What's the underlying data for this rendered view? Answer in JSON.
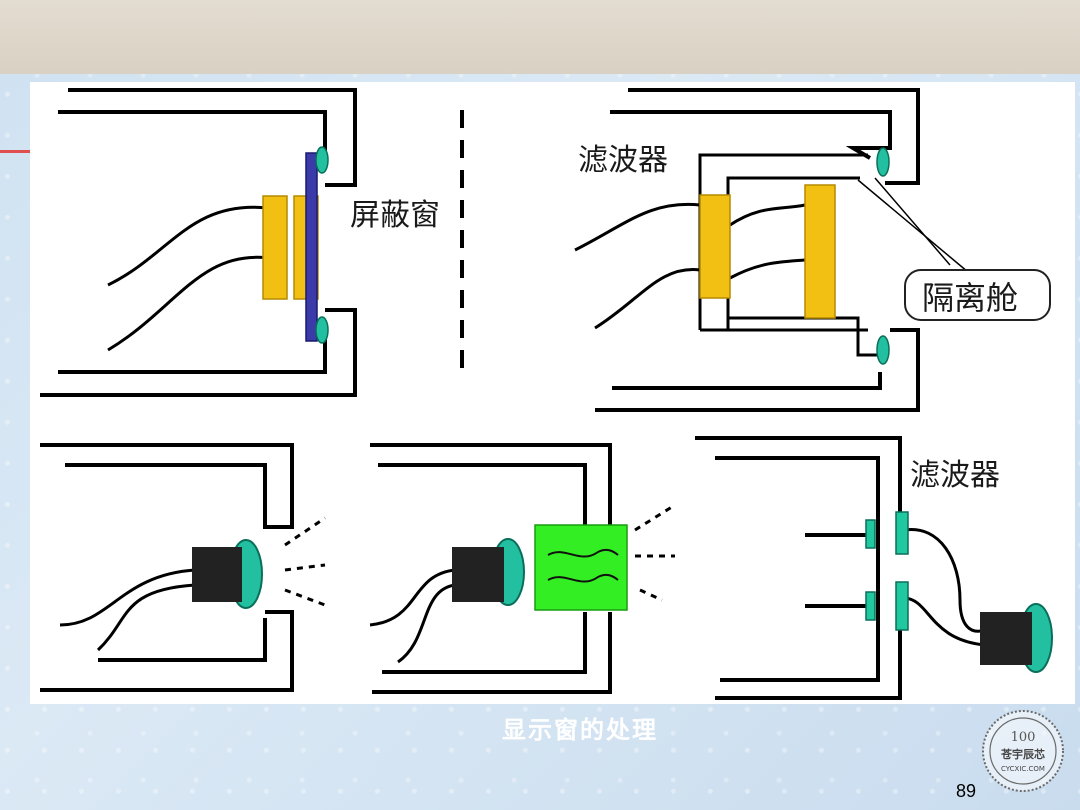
{
  "labels": {
    "shielding_window": "屏蔽窗",
    "filter_top": "滤波器",
    "isolation_cabin": "隔离舱",
    "filter_bottom": "滤波器"
  },
  "caption": "显示窗的处理",
  "page_number": "89",
  "seal": {
    "number": "100",
    "name": "苍宇辰芯",
    "site": "CYCXIC.COM"
  },
  "colors": {
    "gasket": "#e8b800",
    "shield_plate": "#3a3aa8",
    "led_lens": "#22c0a0",
    "led_body": "#222222",
    "green_filter": "#33ee22",
    "connector": "#20c8a0",
    "accent_line": "#e05050"
  }
}
